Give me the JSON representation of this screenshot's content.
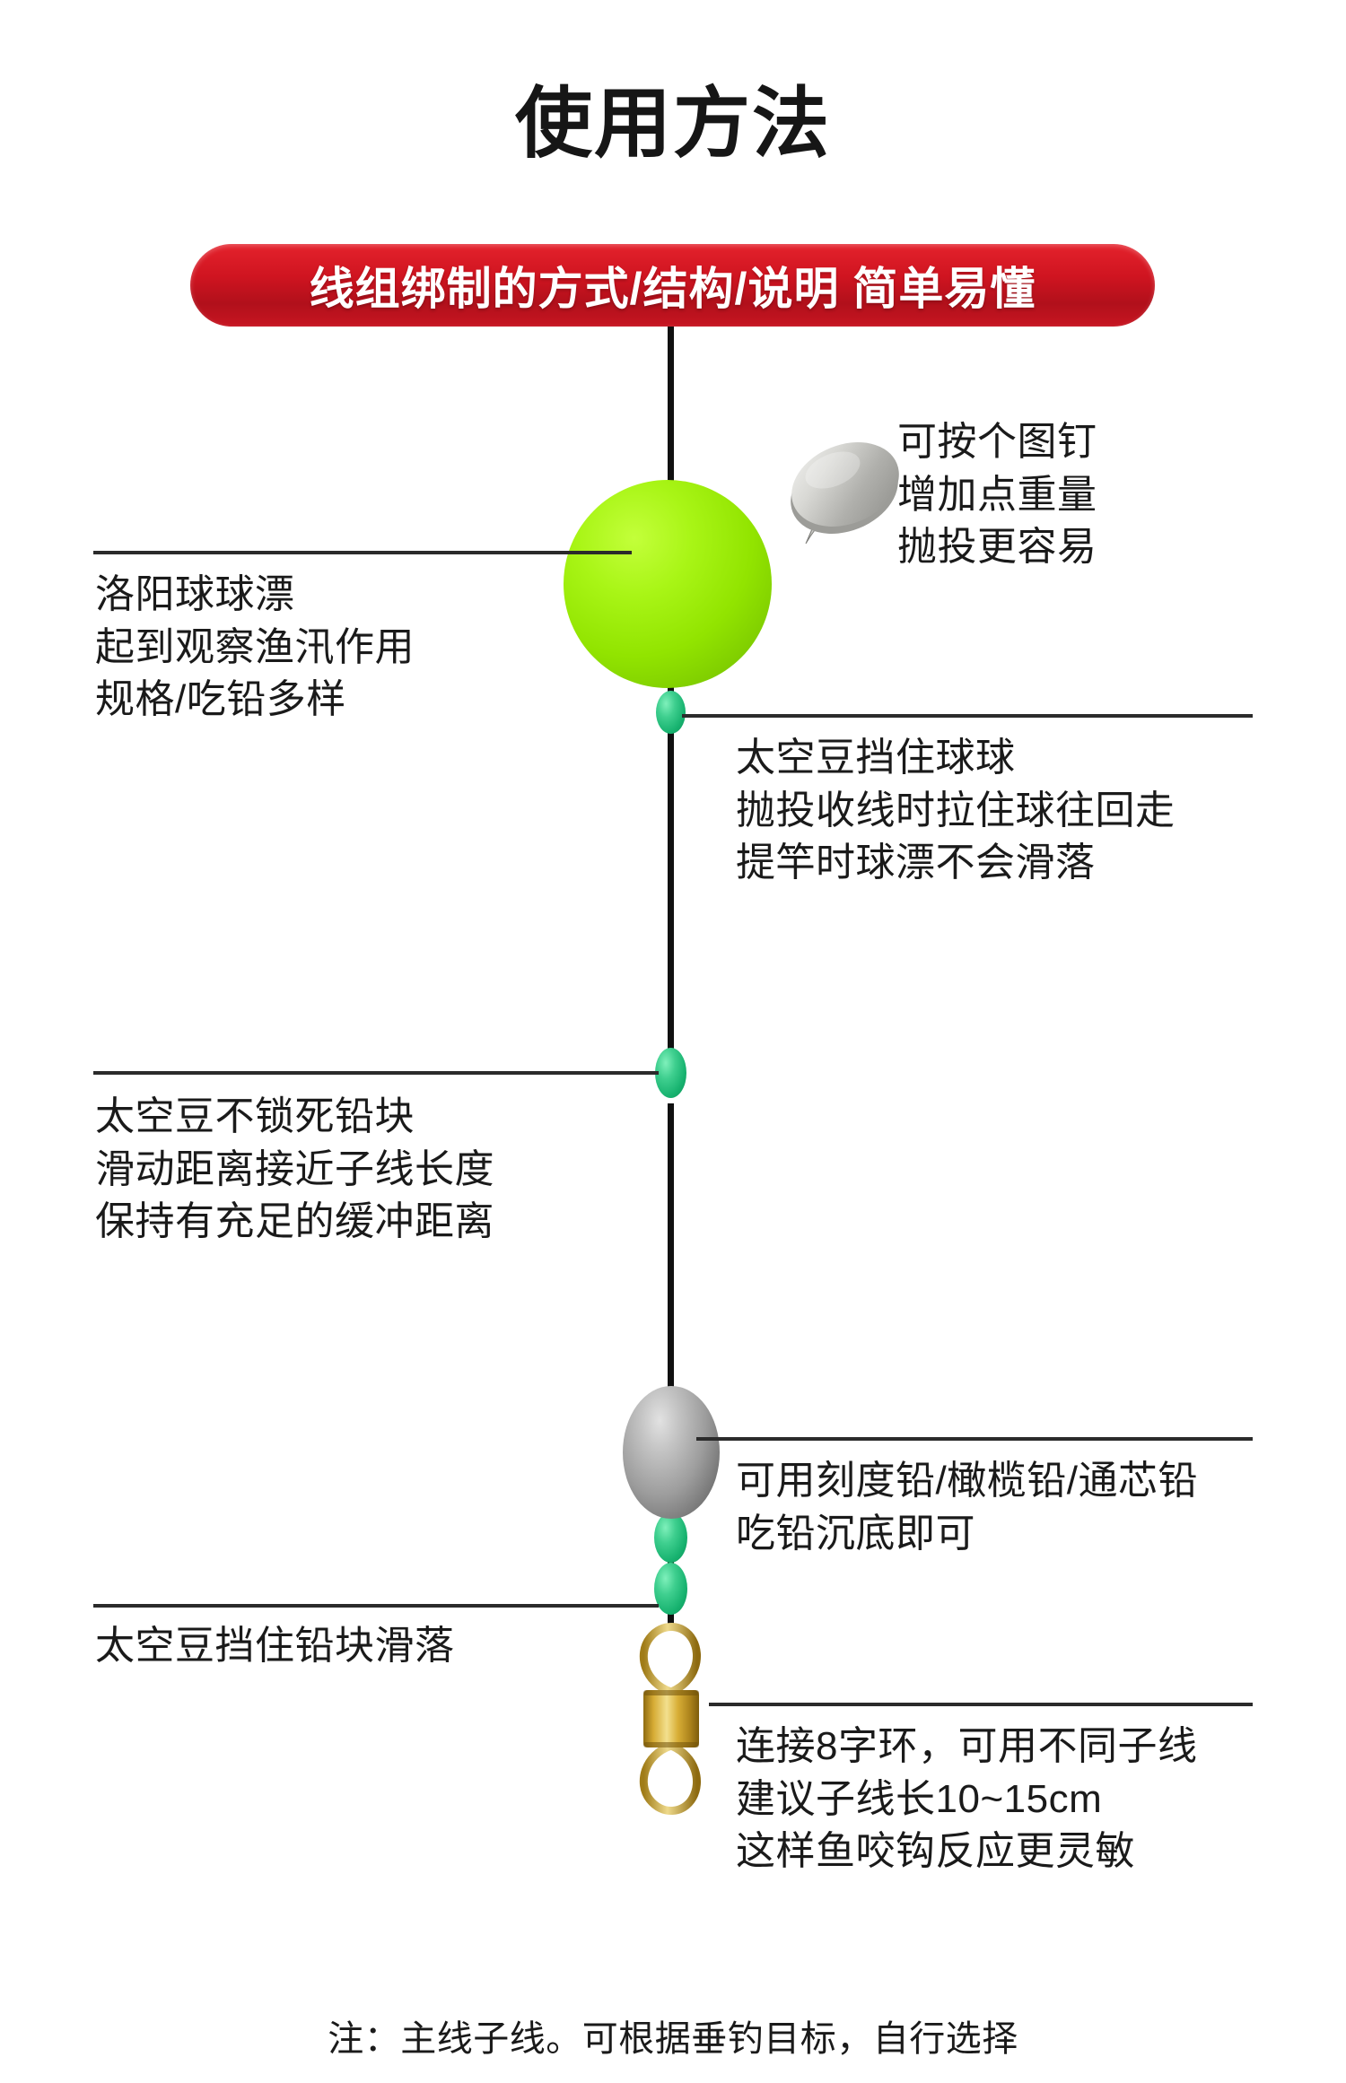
{
  "page": {
    "title": "使用方法",
    "banner_text": "线组绑制的方式/结构/说明 简单易懂",
    "footer_note": "注：主线子线。可根据垂钓目标，自行选择"
  },
  "colors": {
    "banner_red": "#cf1420",
    "ball_green": "#92e400",
    "bean_green": "#17b26f",
    "sinker_gray": "#9d9d9d",
    "swivel_gold": "#c8a02c",
    "line_black": "#101010",
    "text_black": "#1a1a1a"
  },
  "annotations": [
    {
      "id": "pushpin",
      "side": "right",
      "target": "pushpin-icon",
      "lines": "可按个图钉\n增加点重量\n抛投更容易",
      "text": "可按个图钉\n增加点重量\n抛投更容易"
    },
    {
      "id": "float-ball",
      "side": "left",
      "target": "float-ball",
      "text": "洛阳球球漂\n起到观察渔汛作用\n规格/吃铅多样"
    },
    {
      "id": "bean-top",
      "side": "right",
      "target": "space-bean-top",
      "text": "太空豆挡住球球\n抛投收线时拉住球往回走\n提竿时球漂不会滑落"
    },
    {
      "id": "bean-middle",
      "side": "left",
      "target": "space-bean-middle",
      "text": "太空豆不锁死铅块\n滑动距离接近子线长度\n保持有充足的缓冲距离"
    },
    {
      "id": "sinker",
      "side": "right",
      "target": "lead-sinker",
      "text": "可用刻度铅/橄榄铅/通芯铅\n吃铅沉底即可"
    },
    {
      "id": "bean-bottom",
      "side": "left",
      "target": "space-bean-bottom",
      "text": "太空豆挡住铅块滑落"
    },
    {
      "id": "swivel",
      "side": "right",
      "target": "swivel",
      "text": "连接8字环，可用不同子线\n建议子线长10~15cm\n这样鱼咬钩反应更灵敏"
    }
  ],
  "components": [
    {
      "name": "float-ball",
      "label": "洛阳球球漂"
    },
    {
      "name": "space-bean",
      "label": "太空豆"
    },
    {
      "name": "lead-sinker",
      "label": "铅坠"
    },
    {
      "name": "swivel",
      "label": "8字环"
    },
    {
      "name": "pushpin",
      "label": "图钉"
    },
    {
      "name": "main-line",
      "label": "主线"
    }
  ]
}
